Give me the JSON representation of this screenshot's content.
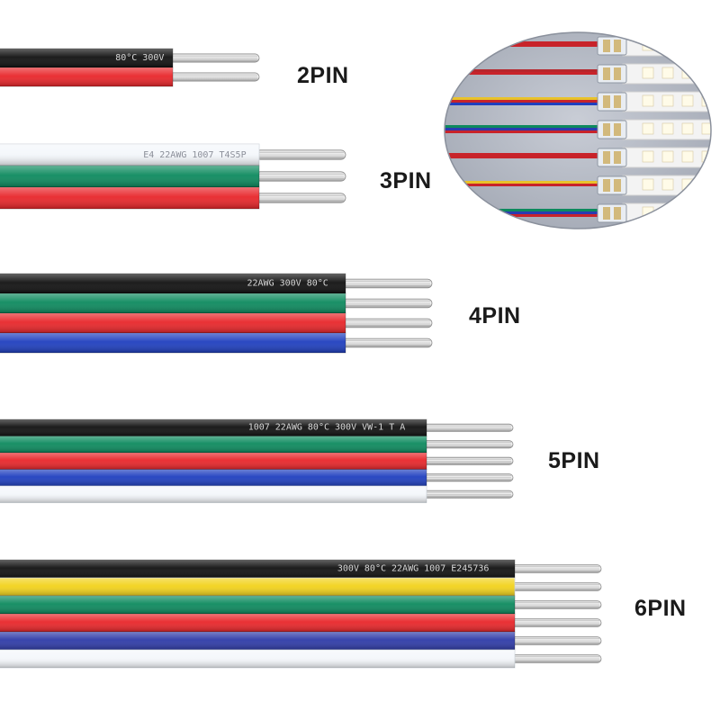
{
  "cables": [
    {
      "label": "2PIN",
      "wires": [
        "#111111",
        "#e8262a"
      ],
      "print": [
        "80°C 300V"
      ],
      "colors": {}
    },
    {
      "label": "3PIN",
      "wires": [
        "#f4f7fb",
        "#0d8a5e",
        "#e8262a"
      ],
      "print": [
        "E4 22AWG 1007 T4S5P"
      ],
      "colors": {}
    },
    {
      "label": "4PIN",
      "wires": [
        "#111111",
        "#0d8a5e",
        "#e8262a",
        "#1f3fbf"
      ],
      "print": [
        "22AWG 300V 80°C"
      ],
      "colors": {}
    },
    {
      "label": "5PIN",
      "wires": [
        "#111111",
        "#0d8a5e",
        "#e8262a",
        "#1f3fbf",
        "#f4f7fb"
      ],
      "print": [
        "1007 22AWG 80°C 300V VW-1 T A"
      ],
      "colors": {}
    },
    {
      "label": "6PIN",
      "wires": [
        "#111111",
        "#f2d21b",
        "#0d8a5e",
        "#e8262a",
        "#2f3ba8",
        "#f4f7fb"
      ],
      "print": [
        "300V 80°C 22AWG 1007 E245736"
      ],
      "colors": {}
    }
  ],
  "inset": {
    "rows": [
      [
        "#c8232a",
        "#c8232a"
      ],
      [
        "#b8262c",
        "#c8232a"
      ],
      [
        "#e8c22a",
        "#c8232a",
        "#1f3fbf"
      ],
      [
        "#0d8a5e",
        "#2b3bb0",
        "#c8232a"
      ],
      [
        "#c8232a",
        "#c8232a"
      ],
      [
        "#e8c22a",
        "#c8232a"
      ],
      [
        "#0d8a5e",
        "#2b3bb0",
        "#c8232a"
      ]
    ]
  }
}
